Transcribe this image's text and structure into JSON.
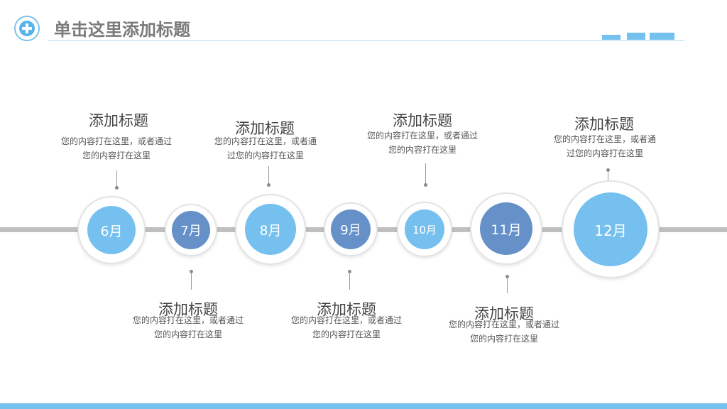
{
  "header": {
    "title": "单击这里添加标题",
    "logo_icon": "medical-cross-icon",
    "accent_color": "#74c0ee"
  },
  "timeline": {
    "nodes": [
      {
        "label": "6月",
        "color": "#75c0ee"
      },
      {
        "label": "7月",
        "color": "#6590c8"
      },
      {
        "label": "8月",
        "color": "#75c0ee"
      },
      {
        "label": "9月",
        "color": "#6590c8"
      },
      {
        "label": "10月",
        "color": "#75c0ee"
      },
      {
        "label": "11月",
        "color": "#6590c8"
      },
      {
        "label": "12月",
        "color": "#75c0ee"
      }
    ],
    "events": [
      {
        "title": "添加标题",
        "desc": [
          "您的内容打在这里，或者通过",
          "您的内容打在这里"
        ]
      },
      {
        "title": "添加标题",
        "desc": [
          "您的内容打在这里，或者通过",
          "您的内容打在这里"
        ]
      },
      {
        "title": "添加标题",
        "desc": [
          "您的内容打在这里，或者通",
          "过您的内容打在这里"
        ]
      },
      {
        "title": "添加标题",
        "desc": [
          "您的内容打在这里，或者通过",
          "您的内容打在这里"
        ]
      },
      {
        "title": "添加标题",
        "desc": [
          "您的内容打在这里，或者通过",
          "您的内容打在这里"
        ]
      },
      {
        "title": "添加标题",
        "desc": [
          "您的内容打在这里，或者通过",
          "您的内容打在这里"
        ]
      },
      {
        "title": "添加标题",
        "desc": [
          "您的内容打在这里，或者通",
          "过您的内容打在这里"
        ]
      }
    ]
  }
}
